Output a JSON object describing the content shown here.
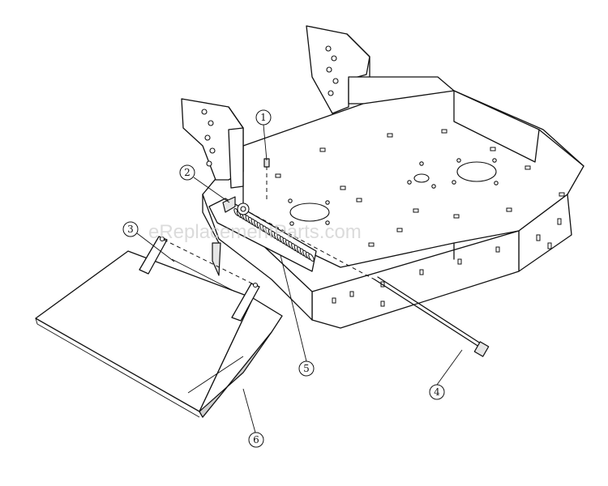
{
  "watermark": "eReplacementParts.com",
  "callouts": [
    {
      "id": "1",
      "label": "1"
    },
    {
      "id": "2",
      "label": "2"
    },
    {
      "id": "3",
      "label": "3"
    },
    {
      "id": "4",
      "label": "4"
    },
    {
      "id": "5",
      "label": "5"
    },
    {
      "id": "6",
      "label": "6"
    }
  ]
}
